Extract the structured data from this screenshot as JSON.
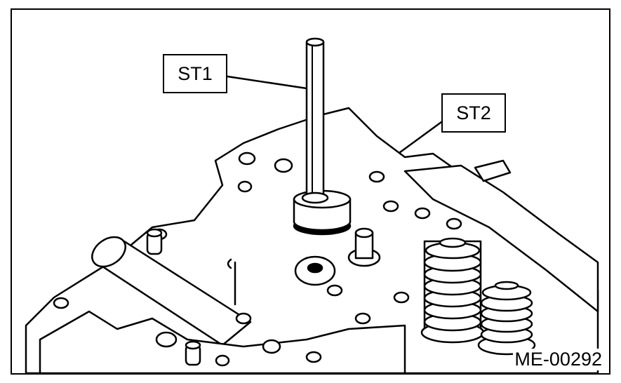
{
  "labels": {
    "st1": "ST1",
    "st2": "ST2",
    "reference": "ME-00292"
  },
  "colors": {
    "ink": "#000000",
    "paper": "#ffffff",
    "shade": "#cfcfcf"
  }
}
